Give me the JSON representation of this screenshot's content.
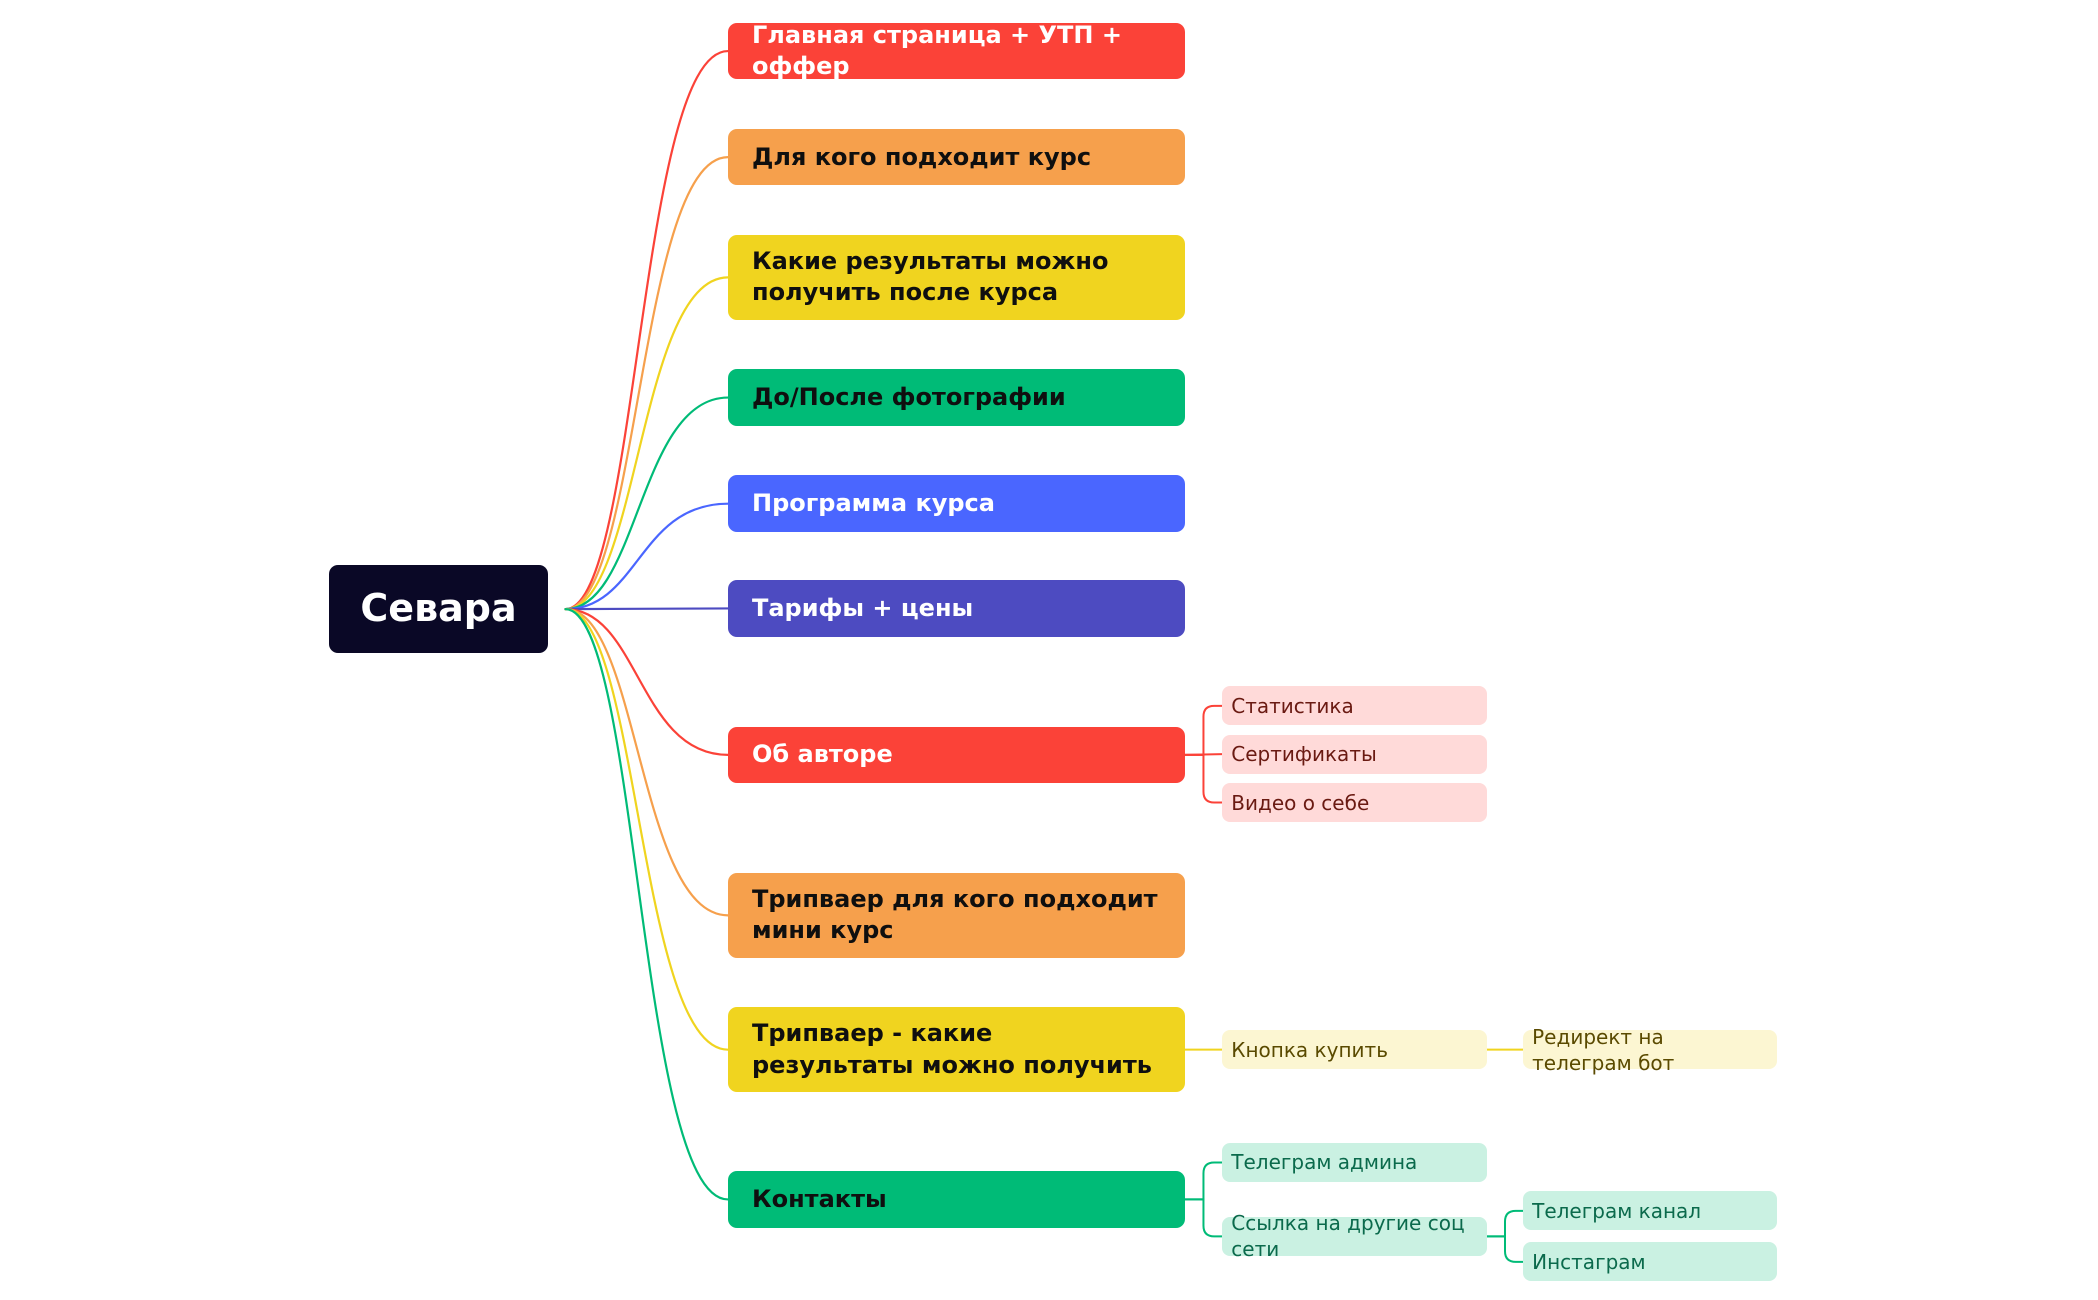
{
  "colors": {
    "root_bg": "#0a0826",
    "root_text": "#ffffff",
    "red": "#fb4238",
    "orange": "#f6a04c",
    "yellow": "#f0d41f",
    "green": "#00bb77",
    "blue": "#4a66ff",
    "indigo": "#4d4bc1",
    "red_light": "#ffdad9",
    "yellow_light": "#fcf6d2",
    "green_light": "#caf1e2",
    "dark_text": "#0f0f0f",
    "red_dark_text": "#6a1a12",
    "yellow_dark_text": "#5a4a00",
    "green_dark_text": "#0b6a4c"
  },
  "root": {
    "label": "Севара"
  },
  "branches": [
    {
      "id": "main",
      "label": "Главная страница + УТП + оффер",
      "color": "red",
      "text": "light",
      "children": []
    },
    {
      "id": "audience",
      "label": "Для кого подходит курс",
      "color": "orange",
      "text": "dark",
      "children": []
    },
    {
      "id": "results",
      "label": "Какие результаты можно получить после курса",
      "color": "yellow",
      "text": "dark",
      "children": []
    },
    {
      "id": "photos",
      "label": "До/После фотографии",
      "color": "green",
      "text": "dark",
      "children": []
    },
    {
      "id": "program",
      "label": "Программа курса",
      "color": "blue",
      "text": "light",
      "children": []
    },
    {
      "id": "pricing",
      "label": "Тарифы + цены",
      "color": "indigo",
      "text": "light",
      "children": []
    },
    {
      "id": "author",
      "label": "Об авторе",
      "color": "red",
      "text": "light",
      "children": [
        {
          "label": "Статистика",
          "children": []
        },
        {
          "label": "Сертификаты",
          "children": []
        },
        {
          "label": "Видео о себе",
          "children": []
        }
      ]
    },
    {
      "id": "tripwire-audience",
      "label": "Трипваер для кого подходит мини курс",
      "color": "orange",
      "text": "dark",
      "children": []
    },
    {
      "id": "tripwire-results",
      "label": "Трипваер - какие результаты можно получить",
      "color": "yellow",
      "text": "dark",
      "children": [
        {
          "label": "Кнопка купить",
          "children": [
            {
              "label": "Редирект на телеграм бот"
            }
          ]
        }
      ]
    },
    {
      "id": "contacts",
      "label": "Контакты",
      "color": "green",
      "text": "dark",
      "children": [
        {
          "label": "Телеграм админа",
          "children": []
        },
        {
          "label": "Ссылка на другие соц сети",
          "children": [
            {
              "label": "Телеграм канал"
            },
            {
              "label": "Инстаграм"
            }
          ]
        }
      ]
    }
  ]
}
